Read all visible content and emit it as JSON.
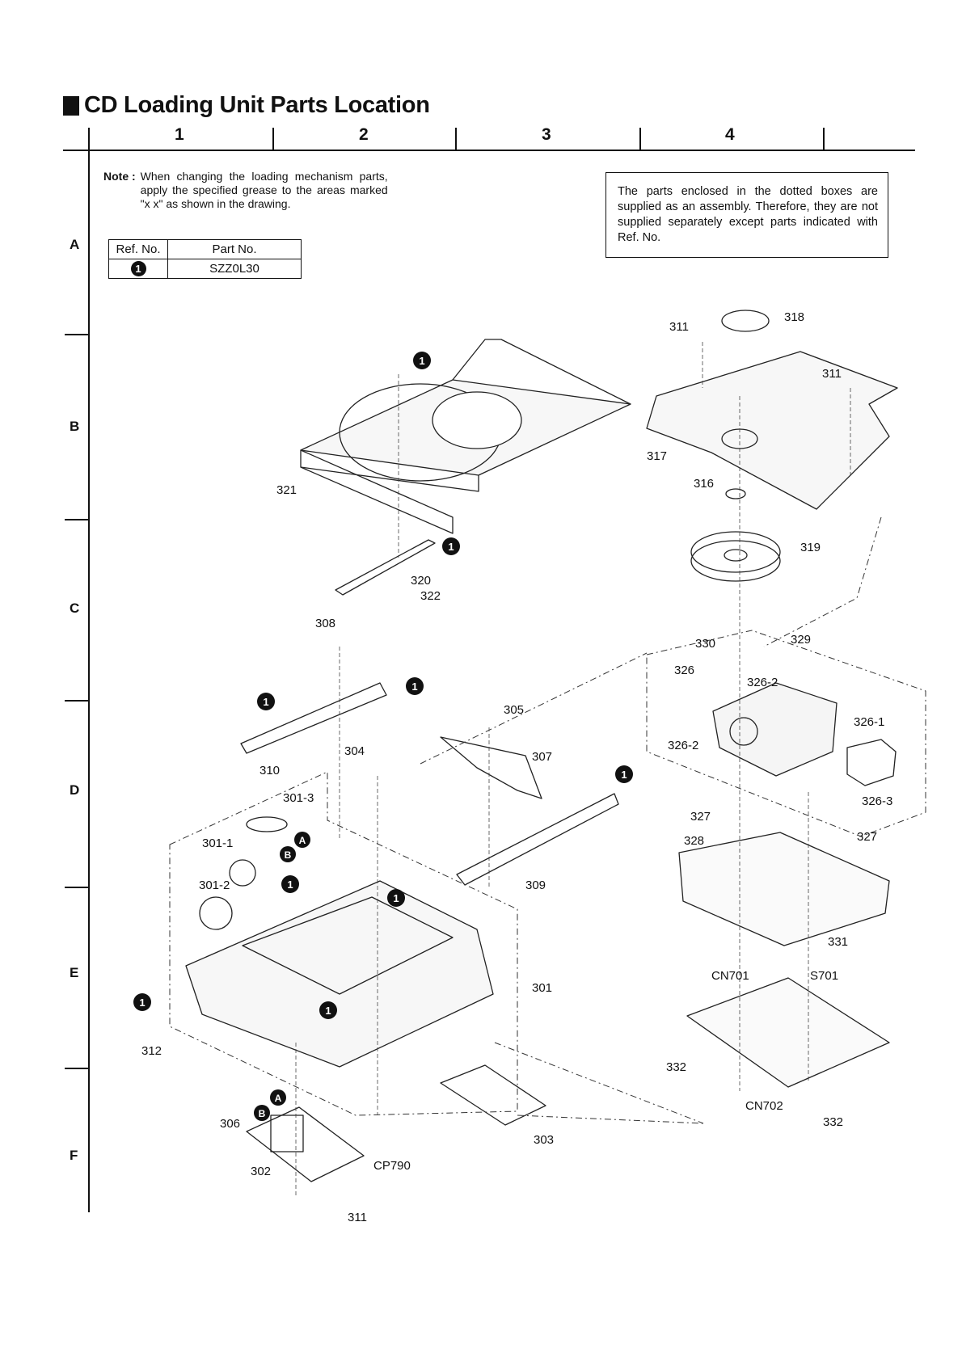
{
  "title": "CD Loading Unit Parts Location",
  "columns": [
    "1",
    "2",
    "3",
    "4"
  ],
  "rows": [
    "A",
    "B",
    "C",
    "D",
    "E",
    "F"
  ],
  "note": {
    "label": "Note :",
    "text": "When changing the loading mechanism parts, apply the specified grease to the areas marked \"x x\" as shown in the drawing."
  },
  "ref_table": {
    "headers": [
      "Ref. No.",
      "Part No."
    ],
    "row": {
      "ref": "1",
      "part": "SZZ0L30"
    }
  },
  "assembly_note": "The parts enclosed in the dotted boxes are supplied as an assembly. Therefore, they are not supplied separately except parts indicated with Ref. No.",
  "part_labels": [
    "311",
    "318",
    "311",
    "317",
    "316",
    "319",
    "321",
    "320",
    "322",
    "308",
    "330",
    "329",
    "326",
    "326-2",
    "326-1",
    "326-2",
    "326-3",
    "310",
    "304",
    "305",
    "307",
    "309",
    "301-3",
    "301-1",
    "301-2",
    "327",
    "328",
    "327",
    "331",
    "301",
    "CN701",
    "S701",
    "312",
    "332",
    "CN702",
    "332",
    "306",
    "302",
    "CP790",
    "303",
    "311"
  ],
  "grease_mark": "1",
  "marker_a": "A",
  "marker_b": "B"
}
